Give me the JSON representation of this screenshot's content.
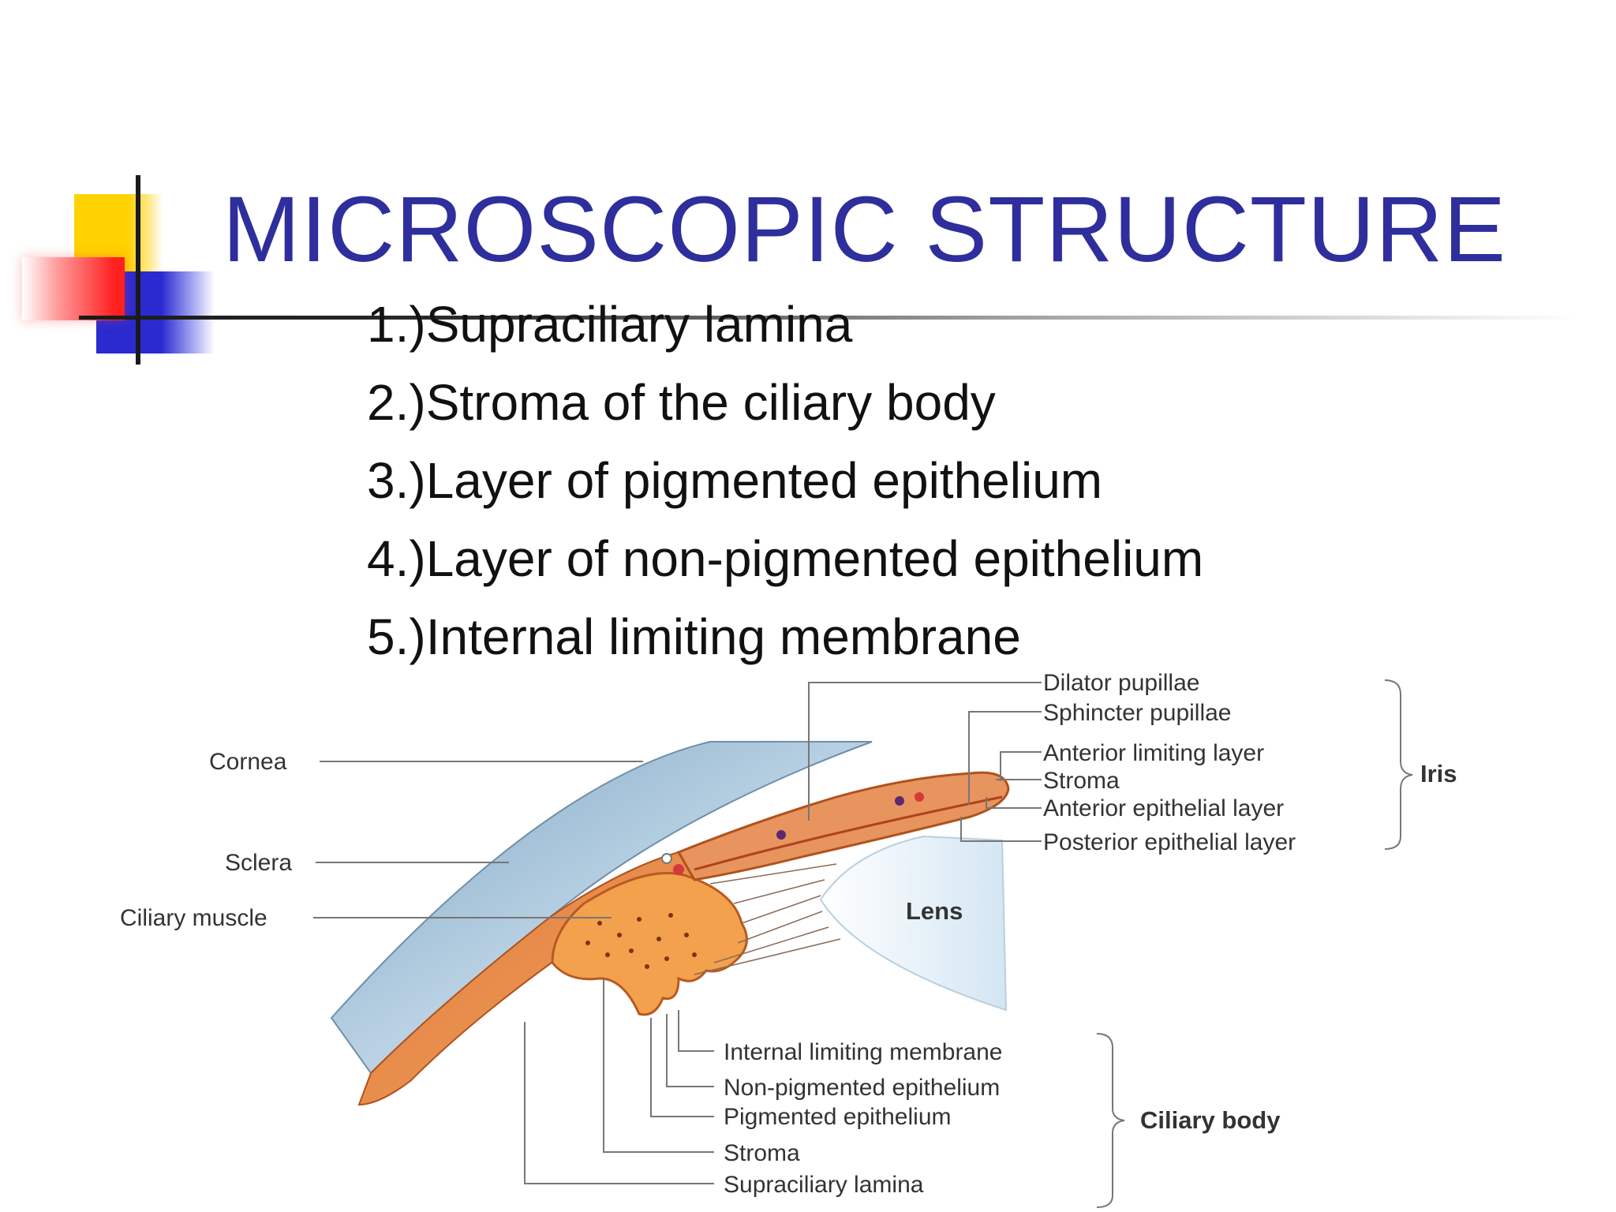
{
  "slide": {
    "title": "MICROSCOPIC STRUCTURE",
    "points": [
      "1.)Supraciliary lamina",
      "2.)Stroma of the ciliary body",
      "3.)Layer of pigmented epithelium",
      "4.)Layer of non-pigmented epithelium",
      "5.)Internal limiting membrane"
    ],
    "accent_colors": {
      "title": "#2e2e9c",
      "yellow": "#ffd200",
      "red": "#ff2020",
      "blue": "#2a2ad0"
    }
  },
  "figure": {
    "left_labels": {
      "cornea": "Cornea",
      "sclera": "Sclera",
      "ciliary_muscle": "Ciliary muscle"
    },
    "lens_label": "Lens",
    "iris_labels": [
      "Dilator pupillae",
      "Sphincter pupillae",
      "Anterior limiting layer",
      "Stroma",
      "Anterior epithelial layer",
      "Posterior epithelial layer"
    ],
    "iris_group": "Iris",
    "ciliary_labels": [
      "Internal limiting membrane",
      "Non-pigmented epithelium",
      "Pigmented epithelium",
      "Stroma",
      "Supraciliary lamina"
    ],
    "ciliary_group": "Ciliary body"
  }
}
